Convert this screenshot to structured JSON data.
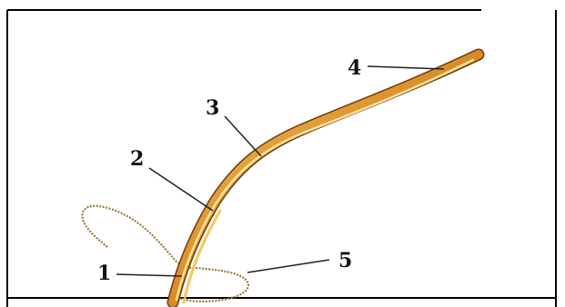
{
  "diagram": {
    "labels": [
      {
        "id": "1",
        "text": "1"
      },
      {
        "id": "2",
        "text": "2"
      },
      {
        "id": "3",
        "text": "3"
      },
      {
        "id": "4",
        "text": "4"
      },
      {
        "id": "5",
        "text": "5"
      }
    ]
  },
  "colors": {
    "frame": "#000000",
    "stalk_dark": "#8a4a12",
    "stalk_mid": "#c77a1c",
    "stalk_light": "#f2c25a",
    "stalk_highlight": "#fff1b0",
    "thread": "#9a7a3a",
    "leader": "#222222"
  }
}
